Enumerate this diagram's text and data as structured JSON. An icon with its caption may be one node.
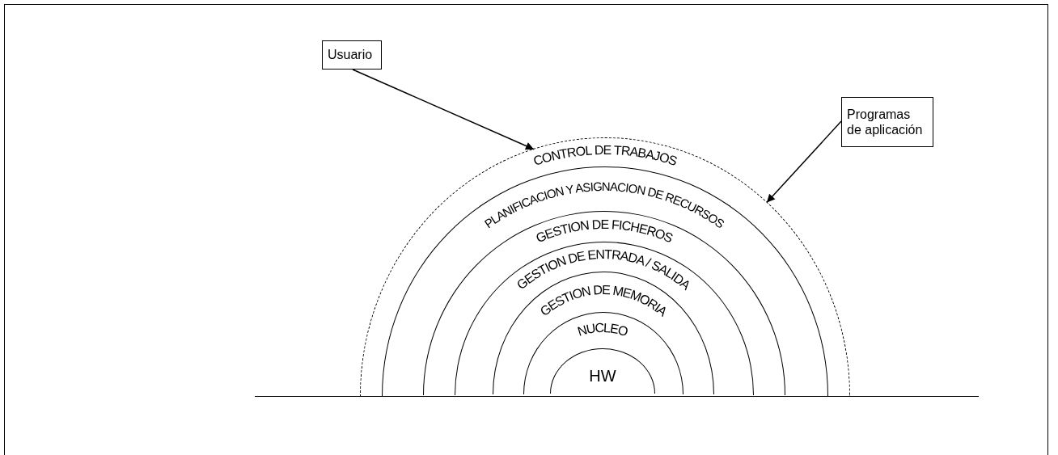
{
  "diagram": {
    "nodes": [
      {
        "text": [
          "Usuario"
        ]
      },
      {
        "text": [
          "Programas de aplicación"
        ]
      },
      {
        "text": [
          "CONTROL DE TRABAJOS"
        ]
      },
      {
        "text": [
          "PLANIFICACION Y ASIGNACION DE RECURSOS"
        ],
        "in": 2
      },
      {
        "text": [
          "GESTION DE FICHEROS"
        ],
        "in": 3
      },
      {
        "text": [
          "GESTION DE ENTRADA / SALIDA"
        ],
        "in": 4
      },
      {
        "text": [
          "GESTION DE MEMORIA"
        ],
        "in": 5
      },
      {
        "text": [
          "NUCLEO"
        ],
        "in": 6
      },
      {
        "text": [
          "HW"
        ],
        "in": 7
      }
    ],
    "edges": [
      {
        "from": 0,
        "to": 2,
        "arrow": "to"
      },
      {
        "from": 1,
        "to": 2,
        "arrow": "to"
      }
    ]
  }
}
